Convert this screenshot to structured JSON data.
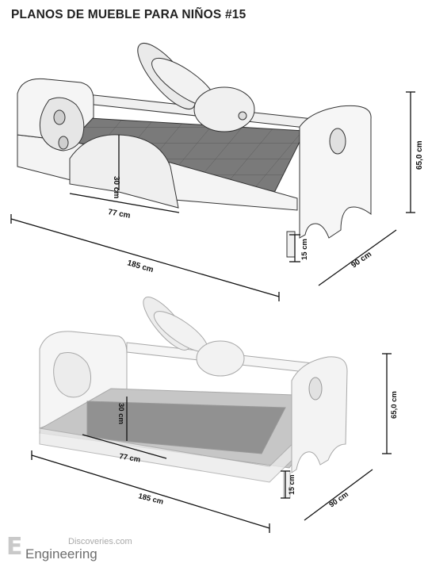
{
  "title": "PLANOS DE MUEBLE PARA NIÑOS #15",
  "top_view": {
    "dim_height_head": "30 cm",
    "dim_width_head": "77 cm",
    "dim_length": "185 cm",
    "dim_depth": "90 cm",
    "dim_leg": "15 cm",
    "dim_total_height": "65,0 cm"
  },
  "bottom_view": {
    "dim_height_head": "30 cm",
    "dim_width_head": "77 cm",
    "dim_length": "185 cm",
    "dim_depth": "90 cm",
    "dim_leg": "15 cm",
    "dim_total_height": "65,0 cm"
  },
  "watermark": {
    "logo": "E",
    "site": "Discoveries.com",
    "brand": "Engineering"
  }
}
